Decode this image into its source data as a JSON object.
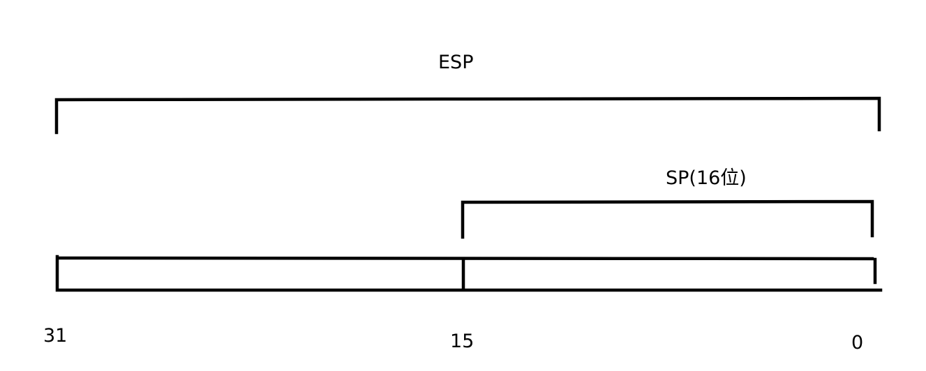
{
  "registers": {
    "esp_label": "ESP",
    "sp_label": "SP(16位)"
  },
  "bit_positions": {
    "high": "31",
    "mid": "15",
    "low": "0"
  },
  "colors": {
    "background": "#ffffff",
    "ink": "#000000"
  }
}
